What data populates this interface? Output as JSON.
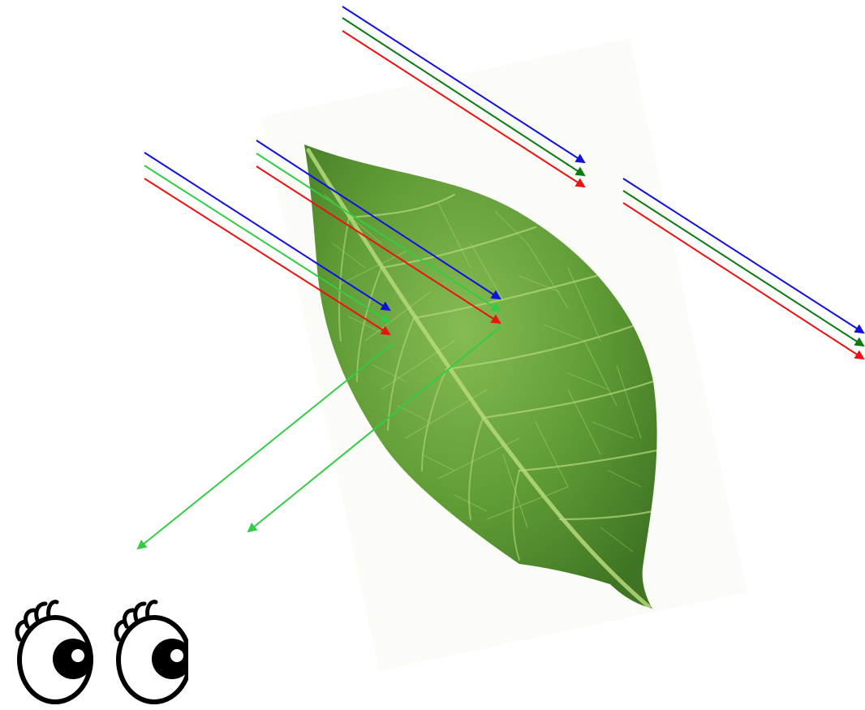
{
  "colors": {
    "background": "#ffffff",
    "photo_backdrop": "#fbfbf8",
    "leaf_base": "#5f9b35",
    "leaf_light": "#86bb55",
    "leaf_dark": "#3f7424",
    "leaf_vein": "#b6d97a",
    "ray_blue": "#1010e0",
    "ray_green_dark": "#0c7a12",
    "ray_green_light": "#33cc44",
    "ray_red": "#ee1111",
    "reflected_green": "#33cc44",
    "eye_outline": "#000000",
    "eye_white": "#ffffff"
  },
  "icons": {
    "leaf": "leaf-photo",
    "eyes": "cartoon-eyes-icon"
  },
  "light_groups": [
    {
      "name": "incident-light-left",
      "colors": [
        "blue",
        "light-green",
        "red"
      ],
      "outcome": "green-reflected"
    },
    {
      "name": "incident-light-center",
      "colors": [
        "blue",
        "light-green",
        "red"
      ],
      "outcome": "green-reflected"
    },
    {
      "name": "incident-light-top",
      "colors": [
        "blue",
        "dark-green",
        "red"
      ],
      "outcome": "passes-by"
    },
    {
      "name": "incident-light-right",
      "colors": [
        "blue",
        "dark-green",
        "red"
      ],
      "outcome": "passes-by"
    }
  ]
}
